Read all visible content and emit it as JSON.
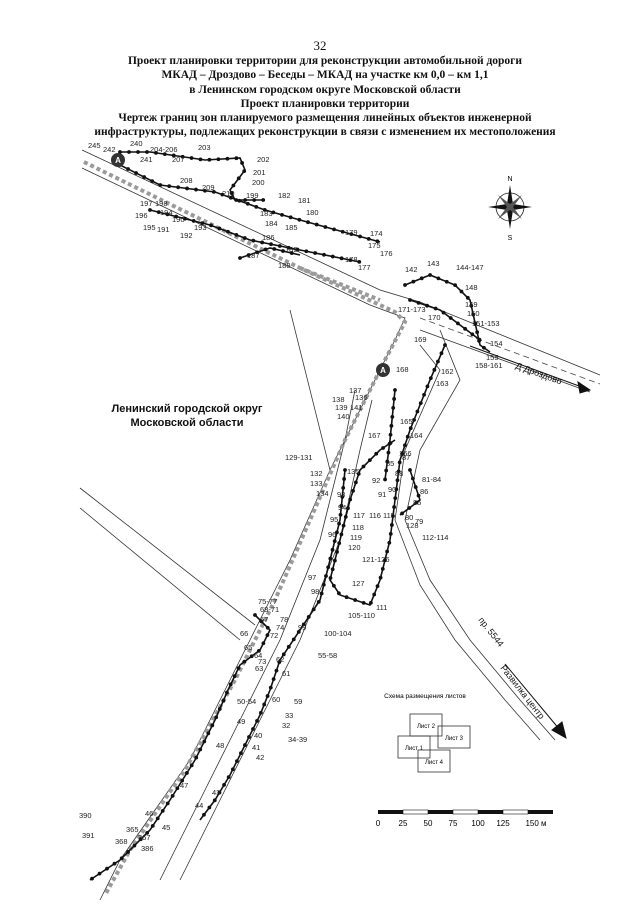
{
  "page_number": "32",
  "header": {
    "line1": "Проект планировки территории для реконструкции автомобильной дороги",
    "line2": "МКАД – Дроздово – Беседы – МКАД на участке км 0,0 – км 1,1",
    "line3": "в Ленинском городском округе Московской области",
    "line4": "Проект планировки территории",
    "line5": "Чертеж границ зон планируемого размещения линейных объектов инженерной",
    "line6": "инфраструктуры, подлежащих реконструкции в связи с изменением их местоположения"
  },
  "region": {
    "line1": "Ленинский городской округ",
    "line2": "Московской области"
  },
  "roads": {
    "drozdovo": "Д Дроздово",
    "razvilka": "Развилка центр",
    "proezd": "пр. 5544"
  },
  "compass": {
    "north": "N",
    "south": "S"
  },
  "markers": {
    "a1": "A",
    "a2": "A"
  },
  "scale_bar": {
    "ticks": [
      "0",
      "25",
      "50",
      "75",
      "100",
      "125",
      "150 м"
    ]
  },
  "sheet_scheme": {
    "title": "Схема размещения листов",
    "sheets": [
      "Лист 1",
      "Лист 2",
      "Лист 3",
      "Лист 4"
    ]
  },
  "point_labels": {
    "p1": "245",
    "p2": "242",
    "p3": "240",
    "p4": "204-206",
    "p5": "203",
    "p6": "241",
    "p7": "207",
    "p8": "202",
    "p9": "201",
    "p10": "208",
    "p11": "200",
    "p12": "209",
    "p13": "210",
    "p14": "199",
    "p15": "182",
    "p16": "181",
    "p17": "197",
    "p18": "198",
    "p19": "180",
    "p20": "196",
    "p21": "194",
    "p22": "190",
    "p23": "183",
    "p24": "195",
    "p25": "191",
    "p26": "192",
    "p27": "193",
    "p28": "184",
    "p29": "185",
    "p30": "179",
    "p31": "174",
    "p32": "175",
    "p33": "176",
    "p34": "186",
    "p35": "189",
    "p36": "187",
    "p37": "188",
    "p38": "178",
    "p39": "177",
    "p40": "142",
    "p41": "143",
    "p42": "144-147",
    "p43": "148",
    "p44": "149",
    "p45": "150",
    "p46": "151-153",
    "p47": "171-173",
    "p48": "170",
    "p49": "169",
    "p50": "154",
    "p51": "155",
    "p52": "158-161",
    "p53": "168",
    "p54": "162",
    "p55": "163",
    "p56": "137",
    "p57": "138",
    "p58": "136",
    "p59": "139",
    "p60": "141",
    "p61": "140",
    "p62": "165",
    "p63": "167",
    "p64": "164",
    "p65": "166",
    "p66": "87",
    "p67": "85",
    "p68": "129-131",
    "p69": "132",
    "p70": "135",
    "p71": "133",
    "p72": "134",
    "p73": "92",
    "p74": "88",
    "p75": "81-84",
    "p76": "90",
    "p77": "86",
    "p78": "93",
    "p79": "91",
    "p80": "85",
    "p81": "94",
    "p82": "117",
    "p83": "116",
    "p84": "115",
    "p85": "80",
    "p86": "95",
    "p87": "118",
    "p88": "128",
    "p89": "79",
    "p90": "96",
    "p91": "119",
    "p92": "112-114",
    "p93": "120",
    "p94": "121-126",
    "p95": "97",
    "p96": "127",
    "p97": "98",
    "p98": "111",
    "p99": "105-110",
    "p100": "75-77",
    "p101": "68-71",
    "p102": "67",
    "p103": "78",
    "p104": "74",
    "p105": "99",
    "p106": "66",
    "p107": "72",
    "p108": "100-104",
    "p109": "65",
    "p110": "64",
    "p111": "55-58",
    "p112": "73",
    "p113": "62",
    "p114": "63",
    "p115": "61",
    "p116": "60",
    "p117": "59",
    "p118": "50-54",
    "p119": "33",
    "p120": "32",
    "p121": "49",
    "p122": "40",
    "p123": "34-39",
    "p124": "48",
    "p125": "41",
    "p126": "42",
    "p127": "47",
    "p128": "43",
    "p129": "44",
    "p130": "390",
    "p131": "46",
    "p132": "391",
    "p133": "45",
    "p134": "365",
    "p135": "368",
    "p136": "367",
    "p137": "386"
  }
}
